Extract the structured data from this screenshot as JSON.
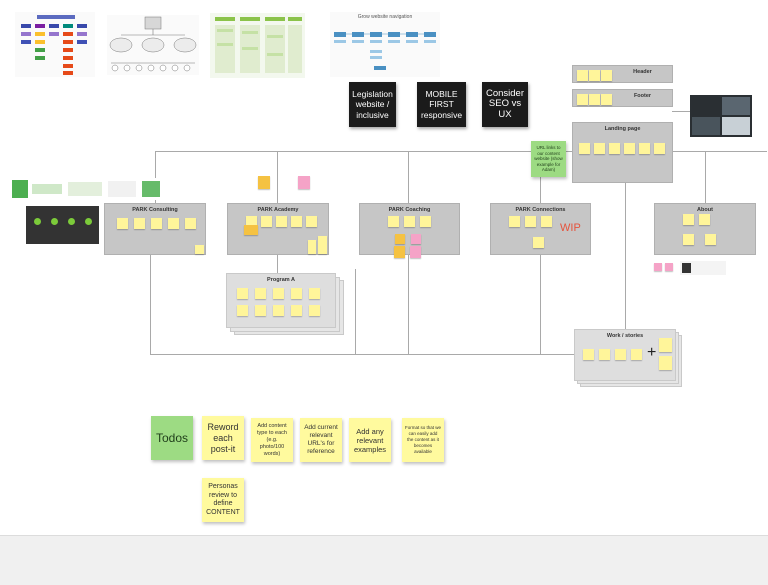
{
  "board": {
    "black_cards": [
      {
        "text": "Legislation website / inclusive"
      },
      {
        "text": "MOBILE FIRST responsive"
      },
      {
        "text": "Consider SEO vs UX"
      }
    ],
    "reference_title": "Grow website navigation",
    "header_label": "Header",
    "footer_label": "Footer",
    "landing_label": "Landing page",
    "url_note": "URL links to our content website (show example for Adam)",
    "frames": [
      {
        "title": "PARK Consulting"
      },
      {
        "title": "PARK Academy"
      },
      {
        "title": "PARK Coaching"
      },
      {
        "title": "PARK Connections"
      },
      {
        "title": "About"
      }
    ],
    "wip_label": "WIP",
    "program_label": "Program A",
    "work_label": "Work / stories",
    "plus_symbol": "+"
  },
  "todos": {
    "title": "Todos",
    "items": [
      {
        "text": "Reword each post-it"
      },
      {
        "text": "Add content type to each (e.g. photo/100 words)"
      },
      {
        "text": "Add current relevant URL's for reference"
      },
      {
        "text": "Add any relevant examples"
      },
      {
        "text": "Format so that we can easily add the content as it becomes available"
      },
      {
        "text": "Personas review to define CONTENT"
      }
    ]
  },
  "colors": {
    "sticky_yellow": "#fffa9e",
    "sticky_green": "#9ddb83",
    "frame_gray": "#c6c6c6",
    "black_card": "#1b1b1b",
    "wip_red": "#e5533d"
  }
}
